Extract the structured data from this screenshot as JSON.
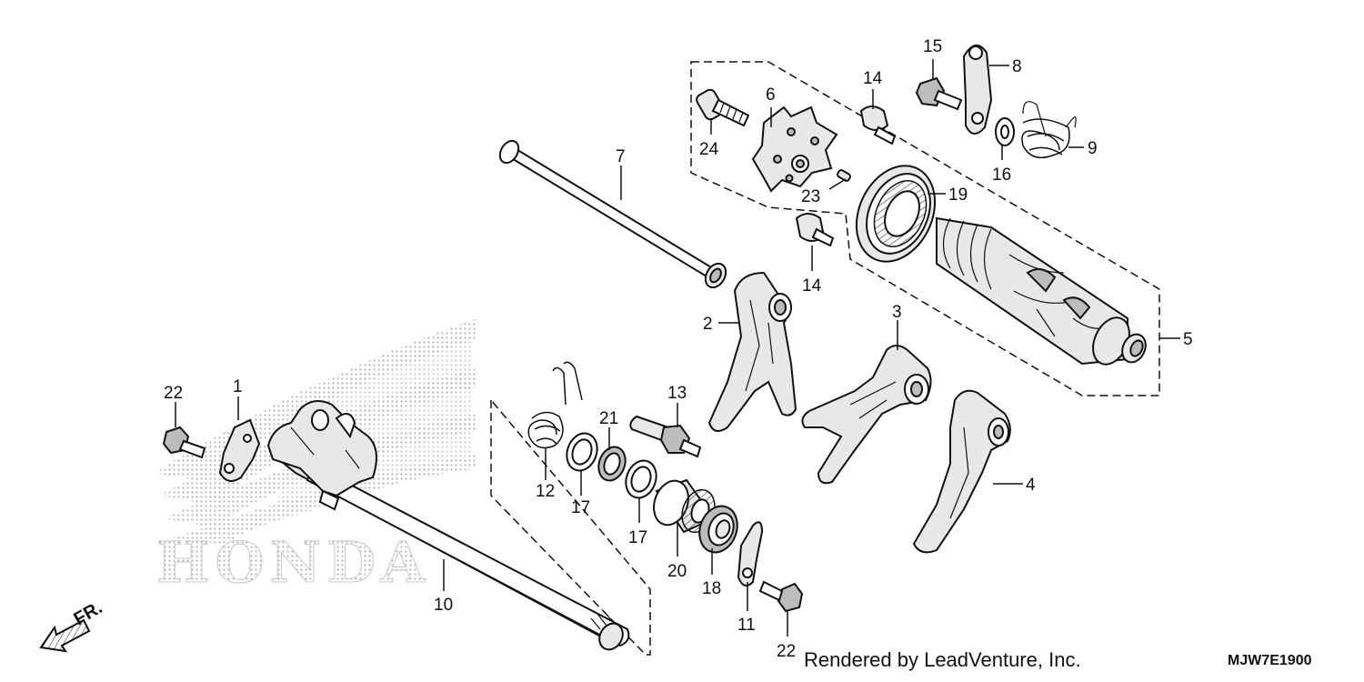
{
  "diagram": {
    "watermark": "HONDA",
    "credit": "Rendered by LeadVenture, Inc.",
    "diagram_code": "MJW7E1900",
    "direction_label": "FR.",
    "callouts": [
      "1",
      "2",
      "3",
      "4",
      "5",
      "6",
      "7",
      "8",
      "9",
      "10",
      "11",
      "12",
      "13",
      "14",
      "14",
      "15",
      "16",
      "17",
      "17",
      "18",
      "19",
      "20",
      "21",
      "22",
      "22",
      "23",
      "24"
    ]
  }
}
